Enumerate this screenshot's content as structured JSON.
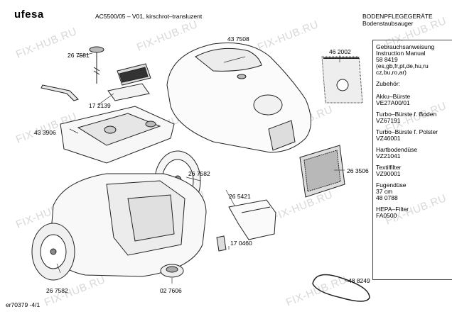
{
  "header": {
    "brand": "ufesa",
    "model": "AC5500/05 – V01, kirschrot–transluzent",
    "category": "BODENPFLEGEGERÄTE",
    "subcategory": "Bodenstaubsauger"
  },
  "watermark": "FIX-HUB.RU",
  "parts": [
    {
      "id": "p1",
      "label": "26 7581"
    },
    {
      "id": "p2",
      "label": "43 7508"
    },
    {
      "id": "p3",
      "label": "46 2002"
    },
    {
      "id": "p4",
      "label": "17 2139"
    },
    {
      "id": "p5",
      "label": "43 3906"
    },
    {
      "id": "p6",
      "label": "26 7582"
    },
    {
      "id": "p7",
      "label": "26 3506"
    },
    {
      "id": "p8",
      "label": "26 5421"
    },
    {
      "id": "p9",
      "label": "17 0460"
    },
    {
      "id": "p10",
      "label": "48 8249"
    },
    {
      "id": "p11",
      "label": "26 7582"
    },
    {
      "id": "p12",
      "label": "02 7606"
    }
  ],
  "accessories": [
    "Gebrauchsanweisung",
    "Instruction Manual",
    "58 8419",
    "(es,gb,fr,pt,de,hu,ru",
    "cz,bu,ro,ar)",
    "Zubehör:",
    "Akku–Bürste",
    "VE27A00/01",
    "Turbo–Bürste f. Boden",
    "VZ67191",
    "Turbo–Bürste f. Polster",
    "VZ46001",
    "Hartbodendüse",
    "VZ21041",
    "Textilfilter",
    "VZ90001",
    "Fugendüse",
    "37 cm",
    "48 0788",
    "HEPA–Filter",
    "FA0500"
  ],
  "footer": {
    "code": "er70379 -4/1"
  }
}
